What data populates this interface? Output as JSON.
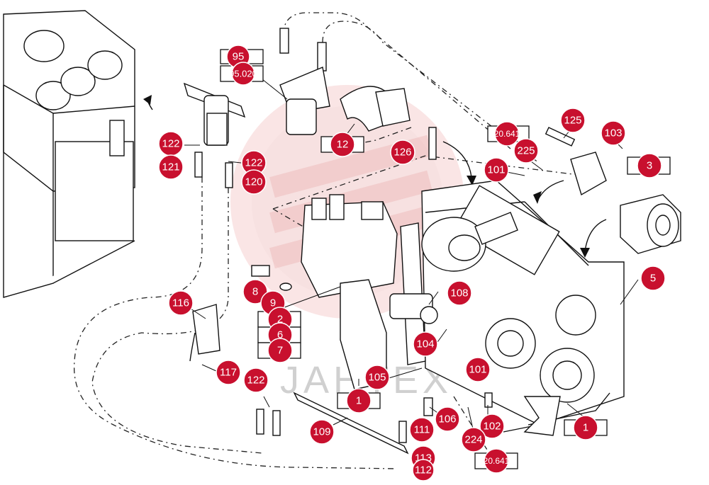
{
  "diagram": {
    "watermark_text": "JAHTEX",
    "callouts": [
      {
        "id": "c-95-a",
        "label": "95"
      },
      {
        "id": "c-95020",
        "label": "95.020"
      },
      {
        "id": "c-12",
        "label": "12"
      },
      {
        "id": "c-125",
        "label": "125"
      },
      {
        "id": "c-103",
        "label": "103"
      },
      {
        "id": "c-20641-top",
        "label": "20.641"
      },
      {
        "id": "c-225",
        "label": "225"
      },
      {
        "id": "c-126",
        "label": "126"
      },
      {
        "id": "c-101-top",
        "label": "101"
      },
      {
        "id": "c-3",
        "label": "3"
      },
      {
        "id": "c-122-left",
        "label": "122"
      },
      {
        "id": "c-121",
        "label": "121"
      },
      {
        "id": "c-122-mid",
        "label": "122"
      },
      {
        "id": "c-120",
        "label": "120"
      },
      {
        "id": "c-5",
        "label": "5"
      },
      {
        "id": "c-8",
        "label": "8"
      },
      {
        "id": "c-9",
        "label": "9"
      },
      {
        "id": "c-2",
        "label": "2"
      },
      {
        "id": "c-6",
        "label": "6"
      },
      {
        "id": "c-7",
        "label": "7"
      },
      {
        "id": "c-108",
        "label": "108"
      },
      {
        "id": "c-116",
        "label": "116"
      },
      {
        "id": "c-117",
        "label": "117"
      },
      {
        "id": "c-104",
        "label": "104"
      },
      {
        "id": "c-101-bottom",
        "label": "101"
      },
      {
        "id": "c-105",
        "label": "105"
      },
      {
        "id": "c-122-bottom",
        "label": "122"
      },
      {
        "id": "c-1-left",
        "label": "1"
      },
      {
        "id": "c-1-right",
        "label": "1"
      },
      {
        "id": "c-106",
        "label": "106"
      },
      {
        "id": "c-102",
        "label": "102"
      },
      {
        "id": "c-109",
        "label": "109"
      },
      {
        "id": "c-111",
        "label": "111"
      },
      {
        "id": "c-224",
        "label": "224"
      },
      {
        "id": "c-20641-bottom",
        "label": "20.641"
      },
      {
        "id": "c-113",
        "label": "113"
      },
      {
        "id": "c-112",
        "label": "112"
      }
    ]
  }
}
